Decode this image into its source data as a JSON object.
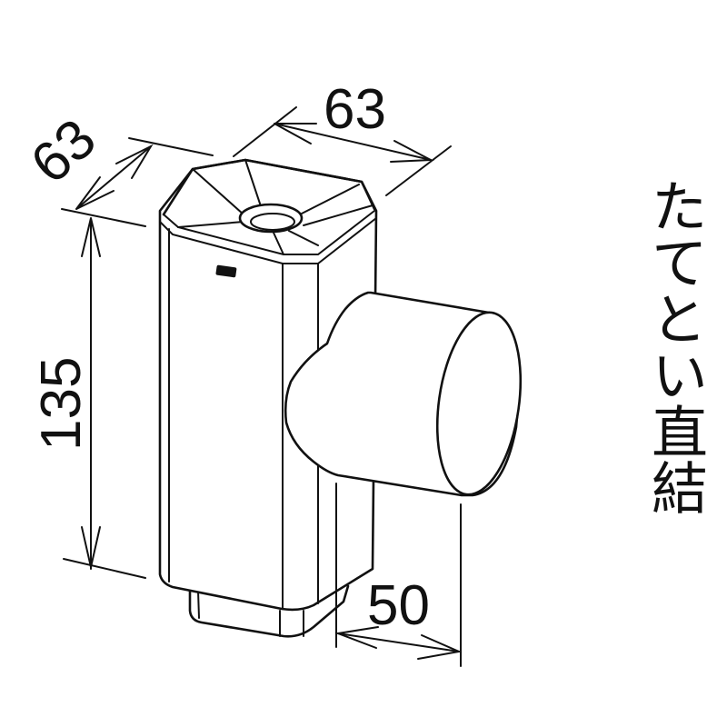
{
  "diagram": {
    "subject": "downspout direct connector fitting (isometric line drawing)",
    "label_vertical": "たてとい直結",
    "dimensions": {
      "depth": "63",
      "width": "63",
      "height": "135",
      "outlet_projection": "50"
    },
    "colors": {
      "line": "#111111",
      "background": "#ffffff"
    }
  }
}
